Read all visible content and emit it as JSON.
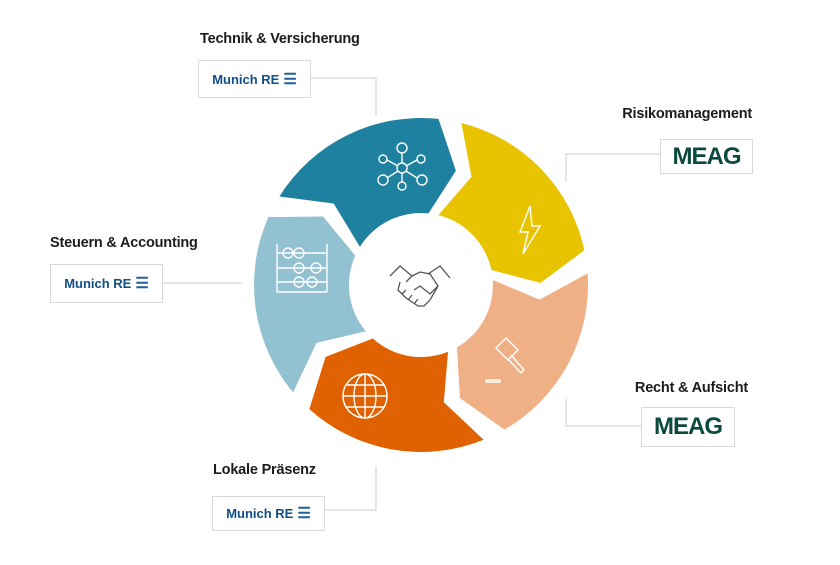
{
  "segments": [
    {
      "name": "technik-versicherung",
      "label": "Technik & Versicherung",
      "company": "Munich RE",
      "icon": "network-icon",
      "color": "#1f81a0"
    },
    {
      "name": "risikomanagement",
      "label": "Risikomanagement",
      "company": "MEAG",
      "icon": "lightning-icon",
      "color": "#e8c300"
    },
    {
      "name": "recht-aufsicht",
      "label": "Recht & Aufsicht",
      "company": "MEAG",
      "icon": "gavel-icon",
      "color": "#efb085"
    },
    {
      "name": "lokale-praesenz",
      "label": "Lokale Präsenz",
      "company": "Munich RE",
      "icon": "globe-icon",
      "color": "#e06100"
    },
    {
      "name": "steuern-accounting",
      "label": "Steuern & Accounting",
      "company": "Munich RE",
      "icon": "abacus-icon",
      "color": "#92c1d1"
    }
  ],
  "center_icon": "handshake-icon",
  "line_color": "#d9d9d9"
}
